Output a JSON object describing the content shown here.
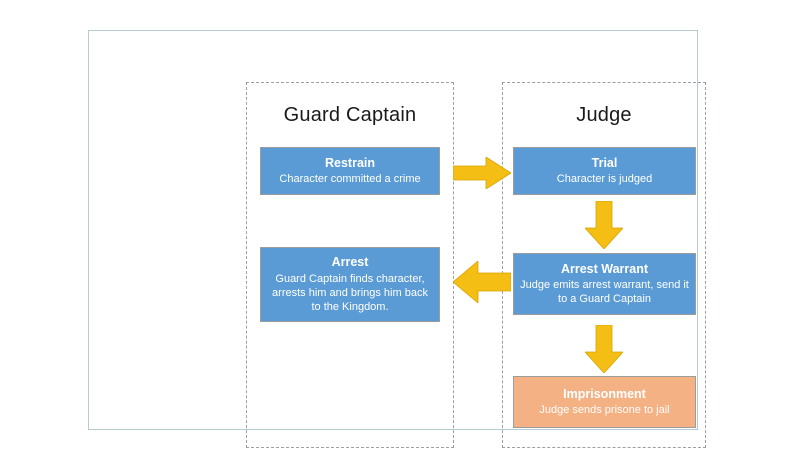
{
  "diagram": {
    "title_present": false,
    "colors": {
      "process_blue": "#5B9BD5",
      "process_orange": "#F4B183",
      "arrow_yellow": "#F5BE14",
      "lane_border": "#9AA0A6",
      "canvas_border": "#B7C9D3",
      "box_border": "#9C9C9C",
      "box_text": "#FFFFFF",
      "lane_title_text": "#1A1A1A"
    },
    "lanes": [
      {
        "id": "guard-captain",
        "title": "Guard Captain",
        "steps": [
          {
            "id": "restrain",
            "title": "Restrain",
            "description": "Character committed a crime",
            "fill": "blue"
          },
          {
            "id": "arrest",
            "title": "Arrest",
            "description": "Guard Captain finds character, arrests him and brings him back to the Kingdom.",
            "fill": "blue"
          }
        ]
      },
      {
        "id": "judge",
        "title": "Judge",
        "steps": [
          {
            "id": "trial",
            "title": "Trial",
            "description": "Character is judged",
            "fill": "blue"
          },
          {
            "id": "arrest-warrant",
            "title": "Arrest Warrant",
            "description": "Judge emits arrest warrant, send it to a Guard Captain",
            "fill": "blue"
          },
          {
            "id": "imprisonment",
            "title": "Imprisonment",
            "description": "Judge sends prisone to jail",
            "fill": "orange"
          }
        ]
      }
    ],
    "arrows": [
      {
        "id": "restrain-to-trial",
        "direction": "right",
        "from": "restrain",
        "to": "trial"
      },
      {
        "id": "trial-to-warrant",
        "direction": "down",
        "from": "trial",
        "to": "arrest-warrant"
      },
      {
        "id": "warrant-to-arrest",
        "direction": "left",
        "from": "arrest-warrant",
        "to": "arrest"
      },
      {
        "id": "warrant-to-imprisonment",
        "direction": "down",
        "from": "arrest-warrant",
        "to": "imprisonment"
      }
    ]
  }
}
